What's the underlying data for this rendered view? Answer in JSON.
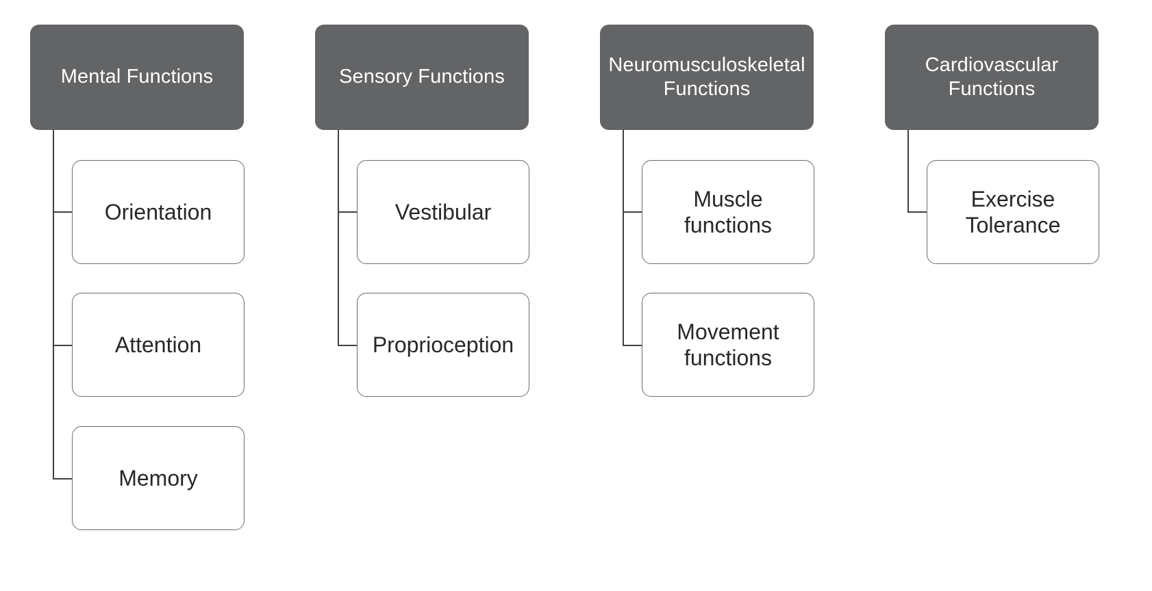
{
  "diagram": {
    "type": "hierarchy-tree",
    "title": "",
    "orientation": "horizontal-columns",
    "colors": {
      "header_fill": "#636466",
      "header_text": "#ffffff",
      "child_fill": "#ffffff",
      "child_border": "#6b6c6e",
      "child_text": "#282828",
      "connector": "#3f3f3f",
      "background": "#ffffff"
    },
    "columns": [
      {
        "id": "mental-functions",
        "header": "Mental Functions",
        "children": [
          {
            "label": "Orientation"
          },
          {
            "label": "Attention"
          },
          {
            "label": "Memory"
          }
        ]
      },
      {
        "id": "sensory-functions",
        "header": "Sensory Functions",
        "children": [
          {
            "label": "Vestibular"
          },
          {
            "label": "Proprioception"
          }
        ]
      },
      {
        "id": "neuromusculoskeletal-functions",
        "header": "Neuromusculoskeletal Functions",
        "children": [
          {
            "label": "Muscle functions"
          },
          {
            "label": "Movement functions"
          }
        ]
      },
      {
        "id": "cardiovascular-functions",
        "header": "Cardiovascular Functions",
        "children": [
          {
            "label": "Exercise Tolerance"
          }
        ]
      }
    ]
  }
}
